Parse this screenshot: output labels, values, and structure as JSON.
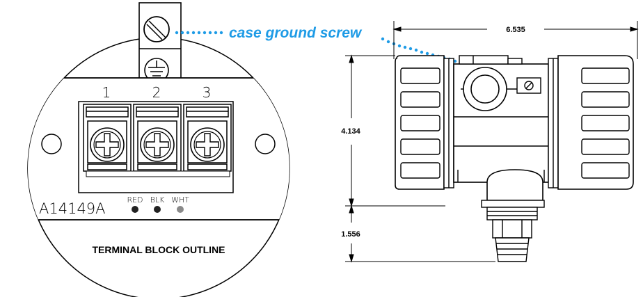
{
  "callout": {
    "text": "case ground screw",
    "color": "#1e9be6"
  },
  "terminal_block": {
    "terminal_numbers": [
      "1",
      "2",
      "3"
    ],
    "part_number": "A14149A",
    "wire_colors": [
      "RED",
      "BLK",
      "WHT"
    ],
    "outline_label": "TERMINAL BLOCK OUTLINE"
  },
  "dimensions": {
    "width": "6.535",
    "height": "4.134",
    "fitting": "1.556"
  },
  "icons": [
    "ground-screw-icon",
    "earth-ground-icon",
    "terminal-screw-icon",
    "mounting-hole-icon"
  ]
}
